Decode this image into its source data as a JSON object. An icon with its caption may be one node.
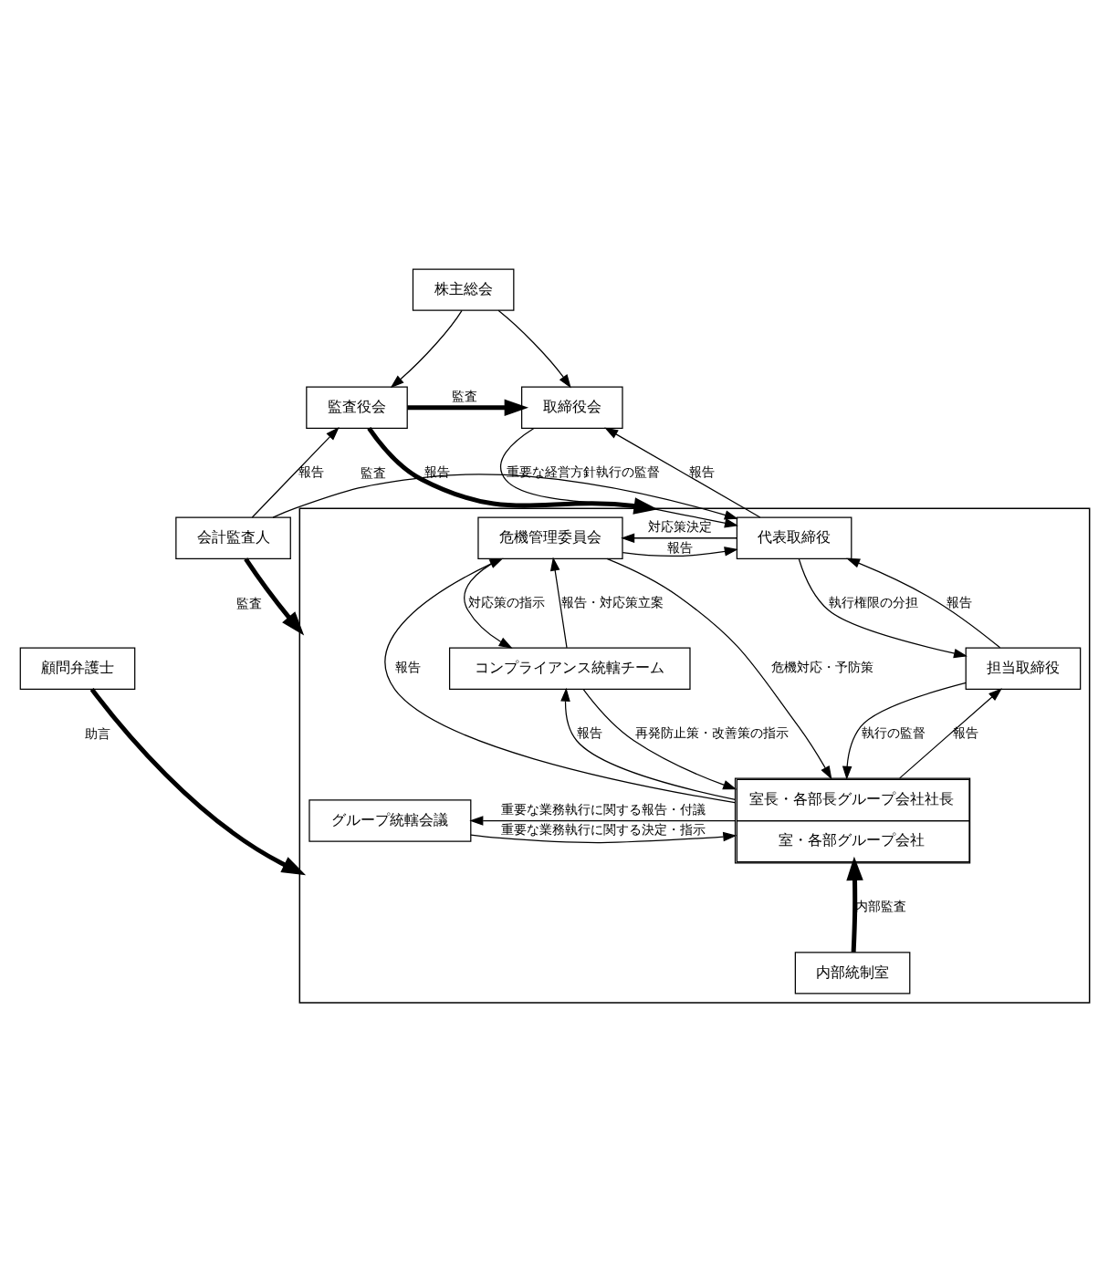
{
  "diagram": {
    "nodes": [
      {
        "text": [
          "株主総会"
        ]
      },
      {
        "text": [
          "監査役会"
        ]
      },
      {
        "text": [
          "取締役会"
        ]
      },
      {
        "text": [],
        "shape": "box"
      },
      {
        "text": [
          "代表取締役"
        ],
        "in": 3
      },
      {
        "text": [
          "危機管理委員会"
        ],
        "in": 3
      },
      {
        "text": [
          "担当取締役"
        ],
        "in": 3
      },
      {
        "text": [
          "コンプライアンス統轄チーム"
        ],
        "in": 3
      },
      {
        "text": [
          "室長・各部長グループ会社社長",
          "室・各部グループ会社"
        ],
        "in": 3
      },
      {
        "text": [
          "グループ統轄会議"
        ],
        "in": 3
      },
      {
        "text": [
          "会計監査人"
        ]
      },
      {
        "text": [
          "顧問弁護士"
        ]
      },
      {
        "text": [
          "内部統制室"
        ],
        "in": 3
      }
    ],
    "edges": [
      {
        "from": 0,
        "to": 1,
        "arrow": "to"
      },
      {
        "from": 0,
        "to": 2,
        "arrow": "to"
      },
      {
        "from": 1,
        "to": 2,
        "arrow": "to",
        "label": "監査",
        "style": "thick"
      },
      {
        "from": 1,
        "to": 3,
        "arrow": "to",
        "label": "監査",
        "style": "thick"
      },
      {
        "from": 2,
        "to": 4,
        "arrow": "to",
        "label": "重要な経営方針執行の監督"
      },
      {
        "from": 4,
        "to": 2,
        "arrow": "to",
        "label": "報告"
      },
      {
        "from": 4,
        "to": 6,
        "arrow": "to",
        "label": "執行権限の分担"
      },
      {
        "from": 6,
        "to": 4,
        "arrow": "to",
        "label": "報告"
      },
      {
        "from": 5,
        "to": 4,
        "arrow": "to",
        "label": "報告"
      },
      {
        "from": 4,
        "to": 5,
        "arrow": "to",
        "label": "対応策決定"
      },
      {
        "from": 5,
        "to": 7,
        "arrow": "to",
        "label": "対応策の指示"
      },
      {
        "from": 7,
        "to": 5,
        "arrow": "to",
        "label": "報告・対応策立案"
      },
      {
        "from": 6,
        "to": 8,
        "arrow": "to",
        "label": "執行の監督"
      },
      {
        "from": 8,
        "to": 6,
        "arrow": "to",
        "label": "報告"
      },
      {
        "from": 8,
        "to": 5,
        "arrow": "to",
        "label": "報告"
      },
      {
        "from": 5,
        "to": 8,
        "arrow": "to",
        "label": "危機対応・予防策"
      },
      {
        "from": 7,
        "to": 8,
        "arrow": "to",
        "label": "再発防止策・改善策の指示"
      },
      {
        "from": 8,
        "to": 7,
        "arrow": "to",
        "label": "報告"
      },
      {
        "from": 8,
        "to": 9,
        "arrow": "to",
        "label": "重要な業務執行に関する報告・付議"
      },
      {
        "from": 9,
        "to": 8,
        "arrow": "to",
        "label": "重要な業務執行に関する決定・指示"
      },
      {
        "from": 10,
        "to": 1,
        "arrow": "to",
        "label": "報告"
      },
      {
        "from": 10,
        "to": 4,
        "arrow": "to",
        "label": "報告"
      },
      {
        "from": 10,
        "to": 3,
        "arrow": "to",
        "label": "監査",
        "style": "thick"
      },
      {
        "from": 11,
        "to": 3,
        "arrow": "to",
        "label": "助言",
        "style": "thick"
      },
      {
        "from": 12,
        "to": 8,
        "arrow": "to",
        "label": "内部監査",
        "style": "thick"
      }
    ]
  }
}
